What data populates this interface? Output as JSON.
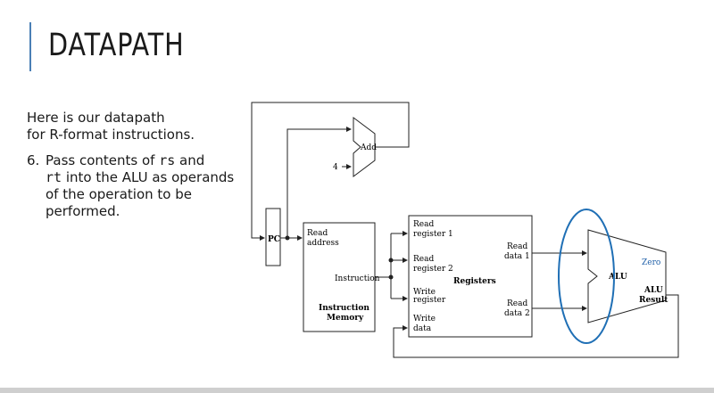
{
  "slide": {
    "title": "DATAPATH",
    "intro_line1": "Here is our datapath",
    "intro_line2": "for R-format instructions.",
    "step": {
      "number": "6.",
      "pre": "Pass contents of ",
      "reg1": "rs",
      "mid": " and ",
      "reg2": "rt",
      "post": " into the ALU as operands of the operation to be performed."
    }
  },
  "diagram": {
    "add_label": "Add",
    "four_label": "4",
    "pc_label": "PC",
    "imem": {
      "read_address_line1": "Read",
      "read_address_line2": "address",
      "instruction": "Instruction",
      "name_line1": "Instruction",
      "name_line2": "Memory"
    },
    "registers": {
      "read_register_1_line1": "Read",
      "read_register_1_line2": "register 1",
      "read_register_2_line1": "Read",
      "read_register_2_line2": "register 2",
      "write_register_line1": "Write",
      "write_register_line2": "register",
      "write_data_line1": "Write",
      "write_data_line2": "data",
      "read_data_1_line1": "Read",
      "read_data_1_line2": "data 1",
      "read_data_2_line1": "Read",
      "read_data_2_line2": "data 2",
      "name": "Registers"
    },
    "alu": {
      "label": "ALU",
      "zero": "Zero",
      "result_line1": "ALU",
      "result_line2": "Result"
    },
    "colors": {
      "highlight": "#1f6fb5",
      "zero_text": "#1f5fa8",
      "lines": "#222222"
    }
  }
}
